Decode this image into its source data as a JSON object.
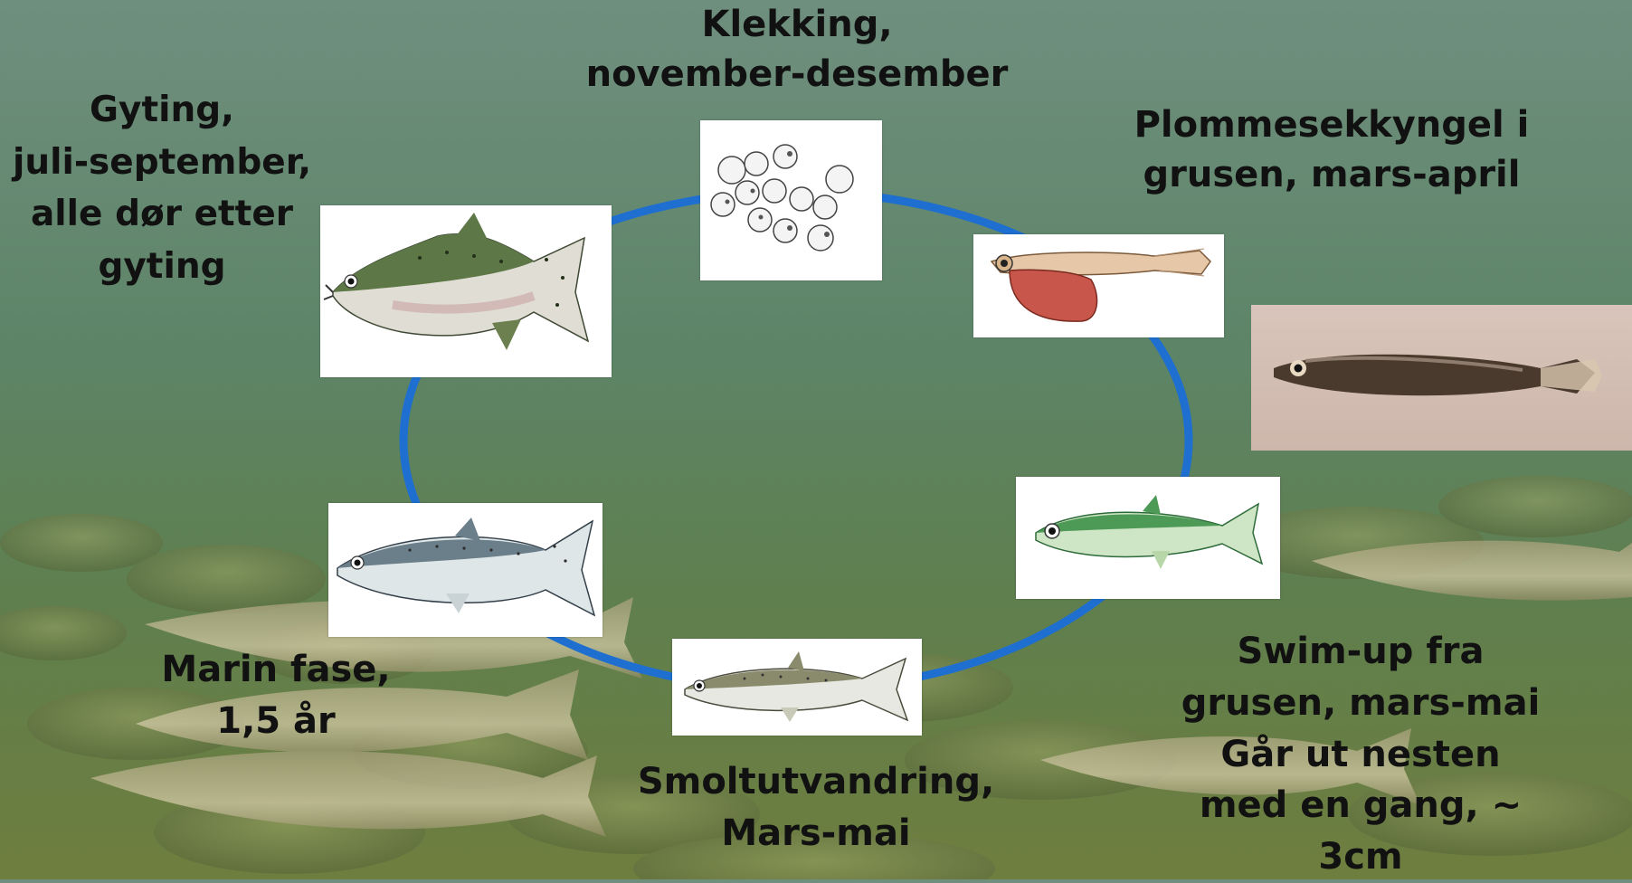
{
  "stages": {
    "klekking": [
      "Klekking,",
      "november-desember"
    ],
    "gyting": [
      "Gyting,",
      "juli-september,",
      "alle dør etter",
      "gyting"
    ],
    "plommesekk": [
      "Plommesekkyngel i",
      "grusen, mars-april"
    ],
    "swimup": [
      "Swim-up fra",
      "grusen, mars-mai",
      "Går ut nesten",
      "med en gang, ~",
      "3cm"
    ],
    "smolt": [
      "Smoltutvandring,",
      "Mars-mai"
    ],
    "marin": [
      "Marin fase,",
      "1,5 år"
    ]
  },
  "colors": {
    "cycle": "#1f6fd0",
    "label": "#111111"
  }
}
